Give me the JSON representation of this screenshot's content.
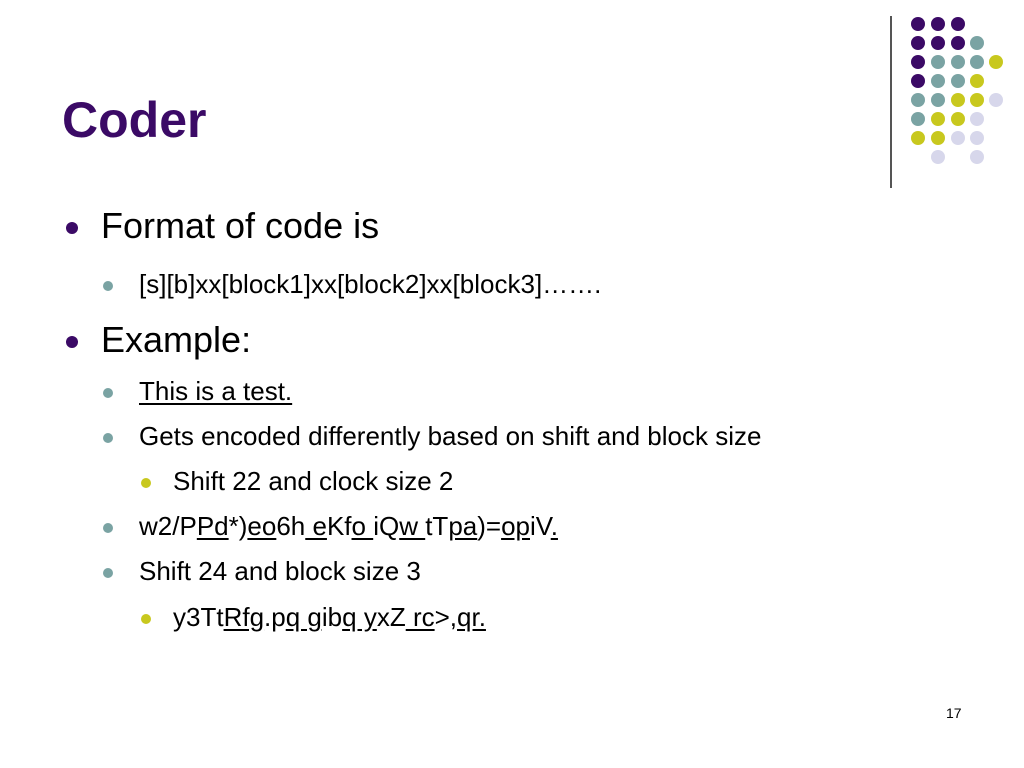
{
  "slide": {
    "title": "Coder",
    "page_number": "17",
    "colors": {
      "title": "#3b0a66",
      "purple": "#3b0a66",
      "teal": "#7aa3a3",
      "yellow": "#c8c81e",
      "lavender": "#d7d7eb"
    },
    "bullets": {
      "b1": "Format of code is",
      "b2": "[s][b]xx[block1]xx[block2]xx[block3]…….",
      "b3": "Example:",
      "b4": "This is a test.",
      "b5": "Gets encoded differently based on shift and block size",
      "b6": "Shift 22 and clock size 2",
      "b7": {
        "s1": "w2/P",
        "s2": "Pd",
        "s3": "*)",
        "s4": "eo",
        "s5": "6h",
        "s6": " e",
        "s7": "Kf",
        "s8": "o ",
        "s9": "iQ",
        "s10": "w ",
        "s11": "tT",
        "s12": "pa",
        "s13": ")=",
        "s14": "op",
        "s15": "iV",
        "s16": "."
      },
      "b8": "Shift 24 and block size 3",
      "b9": {
        "s1": "y3Tt",
        "s2": "Rfg",
        "s3": ".p",
        "s4": "q g",
        "s5": "ib",
        "s6": "q y",
        "s7": "xZ",
        "s8": " rc",
        "s9": ">,",
        "s10": "qr."
      }
    }
  }
}
